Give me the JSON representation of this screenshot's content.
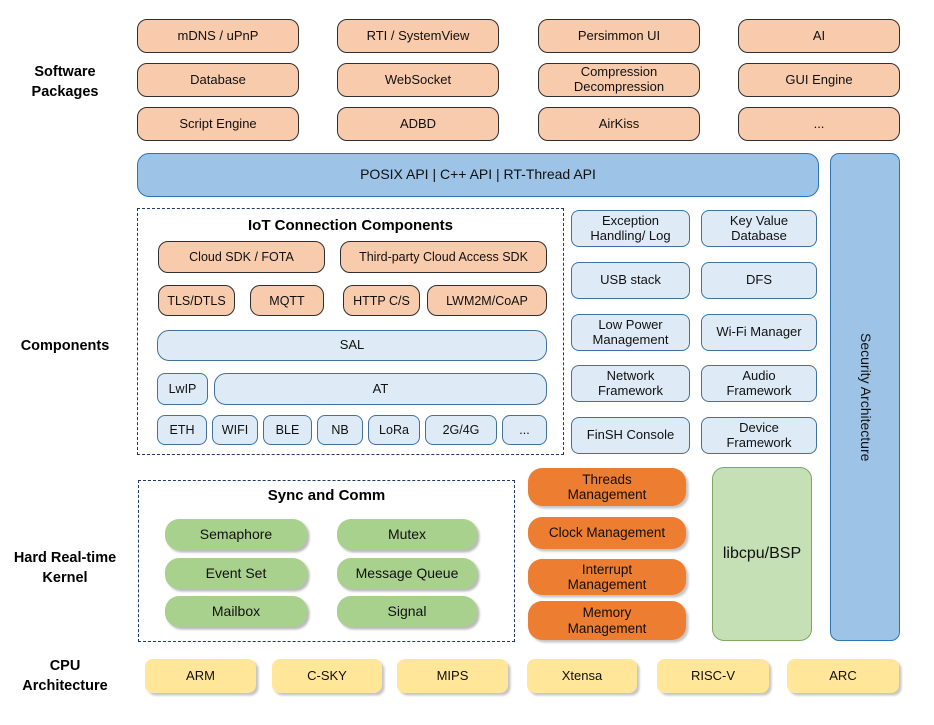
{
  "section_labels": {
    "software": "Software\nPackages",
    "components": "Components",
    "kernel": "Hard Real-time\nKernel",
    "cpu": "CPU\nArchitecture"
  },
  "software_packages": [
    "mDNS / uPnP",
    "RTI / SystemView",
    "Persimmon UI",
    "AI",
    "Database",
    "WebSocket",
    "Compression\nDecompression",
    "GUI Engine",
    "Script Engine",
    "ADBD",
    "AirKiss",
    "..."
  ],
  "api_bar": "POSIX API | C++ API | RT-Thread API",
  "security_bar": "Security Architecture",
  "iot": {
    "title": "IoT Connection Components",
    "cloud_row": [
      "Cloud SDK / FOTA",
      "Third-party Cloud Access SDK"
    ],
    "proto_row": [
      "TLS/DTLS",
      "MQTT",
      "HTTP C/S",
      "LWM2M/CoAP"
    ],
    "sal": "SAL",
    "lwip": "LwIP",
    "at": "AT",
    "link_row": [
      "ETH",
      "WIFI",
      "BLE",
      "NB",
      "LoRa",
      "2G/4G",
      "..."
    ]
  },
  "component_boxes": [
    "Exception\nHandling/ Log",
    "Key Value\nDatabase",
    "USB stack",
    "DFS",
    "Low Power\nManagement",
    "Wi-Fi Manager",
    "Network\nFramework",
    "Audio\nFramework",
    "FinSH Console",
    "Device\nFramework"
  ],
  "kernel": {
    "sync_title": "Sync and Comm",
    "sync_items": [
      "Semaphore",
      "Mutex",
      "Event Set",
      "Message Queue",
      "Mailbox",
      "Signal"
    ],
    "mgmt_items": [
      "Threads\nManagement",
      "Clock Management",
      "Interrupt\nManagement",
      "Memory\nManagement"
    ],
    "libcpu": "libcpu/BSP"
  },
  "cpu_archs": [
    "ARM",
    "C-SKY",
    "MIPS",
    "Xtensa",
    "RISC-V",
    "ARC"
  ],
  "colors": {
    "package_fill": "#F8CBAD",
    "api_fill": "#9DC3E6",
    "component_fill": "#DEEBF7",
    "component_border": "#41719C",
    "dashed_border": "#1F3864",
    "sync_fill": "#A9D18E",
    "libcpu_fill": "#C5E0B4",
    "mgmt_fill": "#ED7D31",
    "cpu_fill": "#FFE699"
  }
}
